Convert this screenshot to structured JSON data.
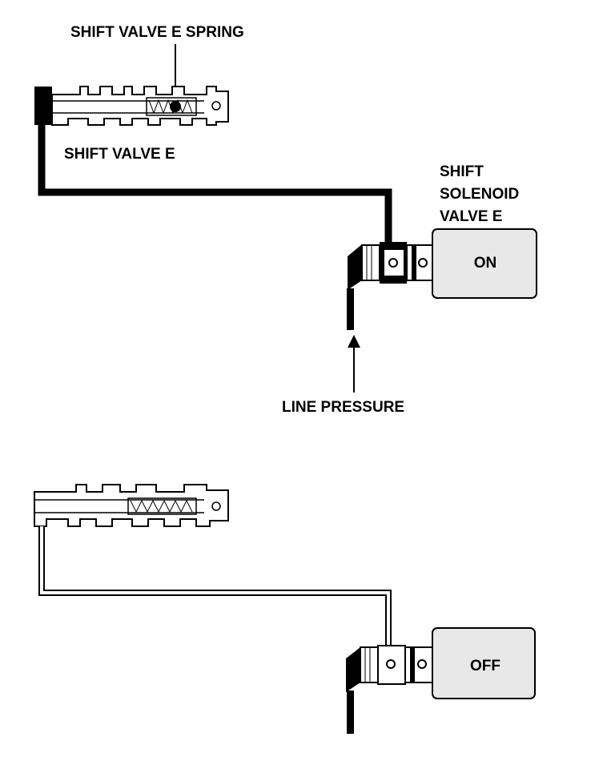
{
  "top_diagram": {
    "spring_label": "SHIFT VALVE E SPRING",
    "valve_label": "SHIFT VALVE E",
    "solenoid_label": [
      "SHIFT",
      "SOLENOID",
      "VALVE E"
    ],
    "solenoid_state": "ON",
    "pressure_label": "LINE PRESSURE"
  },
  "bottom_diagram": {
    "solenoid_state": "OFF"
  },
  "colors": {
    "ink": "#000000",
    "solenoid_body": "#e8e8e8",
    "background": "#ffffff"
  }
}
